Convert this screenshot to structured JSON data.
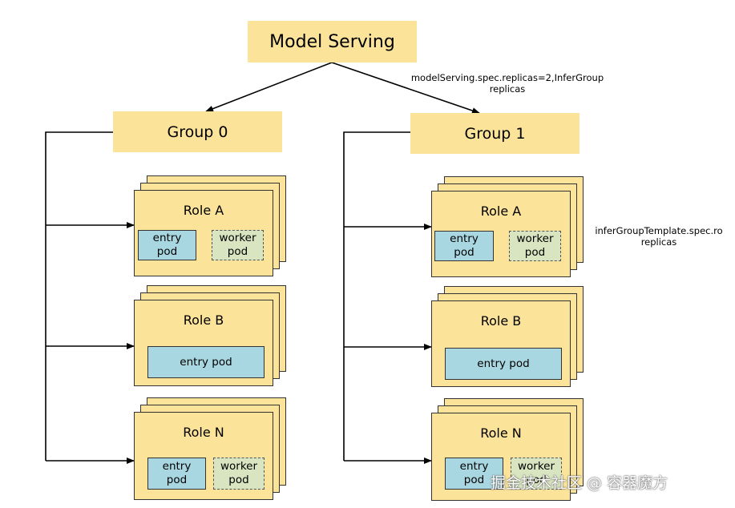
{
  "diagram": {
    "root": {
      "label": "Model Serving"
    },
    "root_note": {
      "line1": "modelServing.spec.replicas=2,InferGroup",
      "line2": "replicas"
    },
    "group_note": {
      "line1": "inferGroupTemplate.spec.ro",
      "line2": "replicas"
    },
    "groups": [
      {
        "label": "Group 0",
        "roles": [
          {
            "label": "Role A",
            "entry": [
              "entry",
              "pod"
            ],
            "worker": [
              "worker",
              "pod"
            ]
          },
          {
            "label": "Role B",
            "entry_wide": "entry pod"
          },
          {
            "label": "Role N",
            "entry": [
              "entry",
              "pod"
            ],
            "worker": [
              "worker",
              "pod"
            ]
          }
        ]
      },
      {
        "label": "Group 1",
        "roles": [
          {
            "label": "Role A",
            "entry": [
              "entry",
              "pod"
            ],
            "worker": [
              "worker",
              "pod"
            ]
          },
          {
            "label": "Role B",
            "entry_wide": "entry pod"
          },
          {
            "label": "Role N",
            "entry": [
              "entry",
              "pod"
            ],
            "worker": [
              "worker",
              "pod"
            ]
          }
        ]
      }
    ],
    "watermark": "掘金技术社区 @ 容器魔方",
    "colors": {
      "box": "#fbe49a",
      "entry": "#a9d7e1",
      "worker": "#d8e5c0",
      "line": "#000000"
    }
  }
}
